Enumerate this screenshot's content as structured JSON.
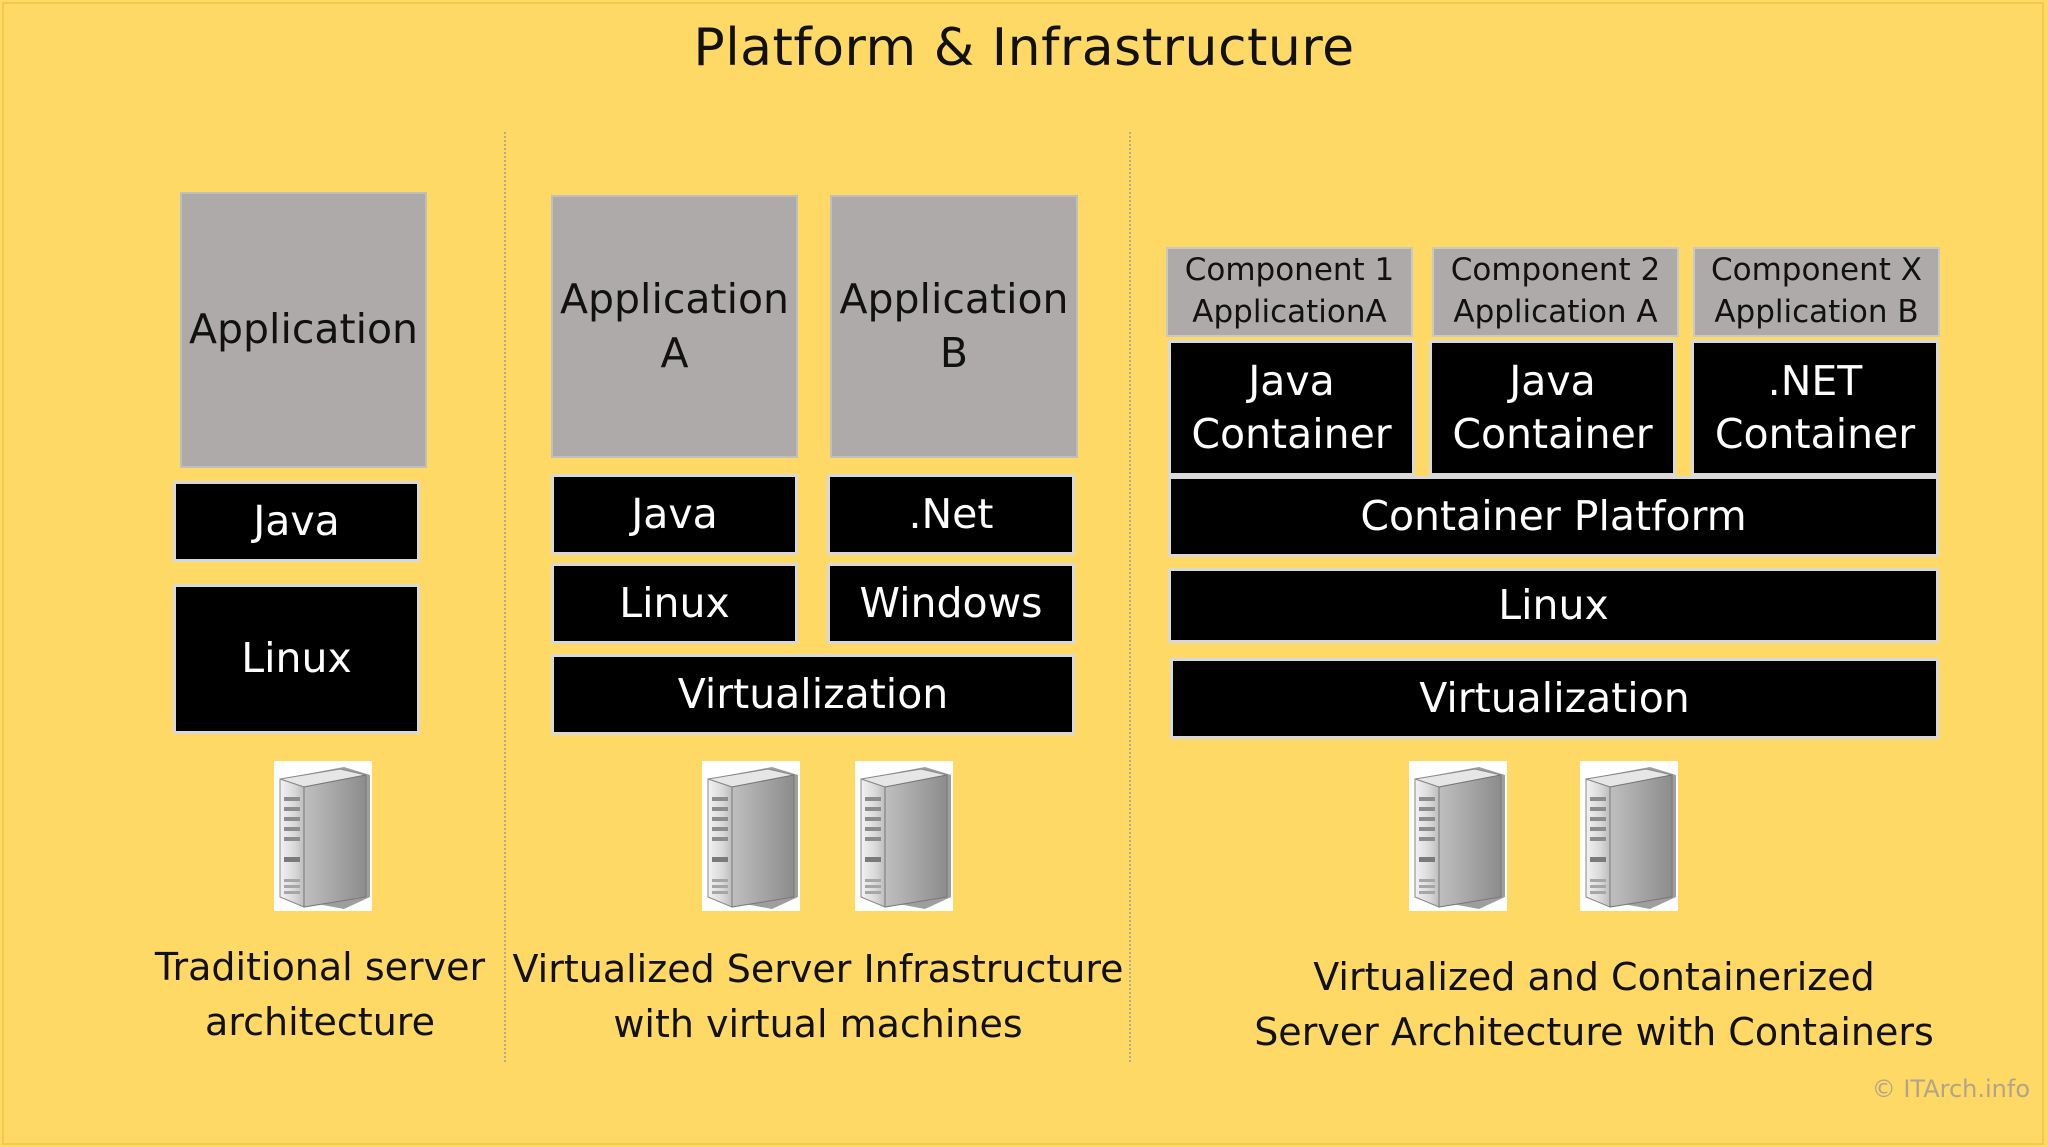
{
  "title": "Platform & Infrastructure",
  "traditional": {
    "application": "Application",
    "java": "Java",
    "linux": "Linux",
    "caption_line1": "Traditional server",
    "caption_line2": "architecture"
  },
  "virtualized": {
    "app_a_line1": "Application",
    "app_a_line2": "A",
    "app_b_line1": "Application",
    "app_b_line2": "B",
    "java": "Java",
    "net": ".Net",
    "linux": "Linux",
    "windows": "Windows",
    "virtualization": "Virtualization",
    "caption_line1": "Virtualized Server Infrastructure",
    "caption_line2": "with virtual machines"
  },
  "containerized": {
    "components": [
      {
        "line1": "Component 1",
        "line2": "ApplicationA"
      },
      {
        "line1": "Component 2",
        "line2": "Application A"
      },
      {
        "line1": "Component X",
        "line2": "Application B"
      }
    ],
    "containers": [
      {
        "line1": "Java",
        "line2": "Container"
      },
      {
        "line1": "Java",
        "line2": "Container"
      },
      {
        "line1": ".NET",
        "line2": "Container"
      }
    ],
    "container_platform": "Container Platform",
    "linux": "Linux",
    "virtualization": "Virtualization",
    "caption_line1": "Virtualized and Containerized",
    "caption_line2": "Server Architecture with Containers"
  },
  "copyright": "© ITArch.info"
}
